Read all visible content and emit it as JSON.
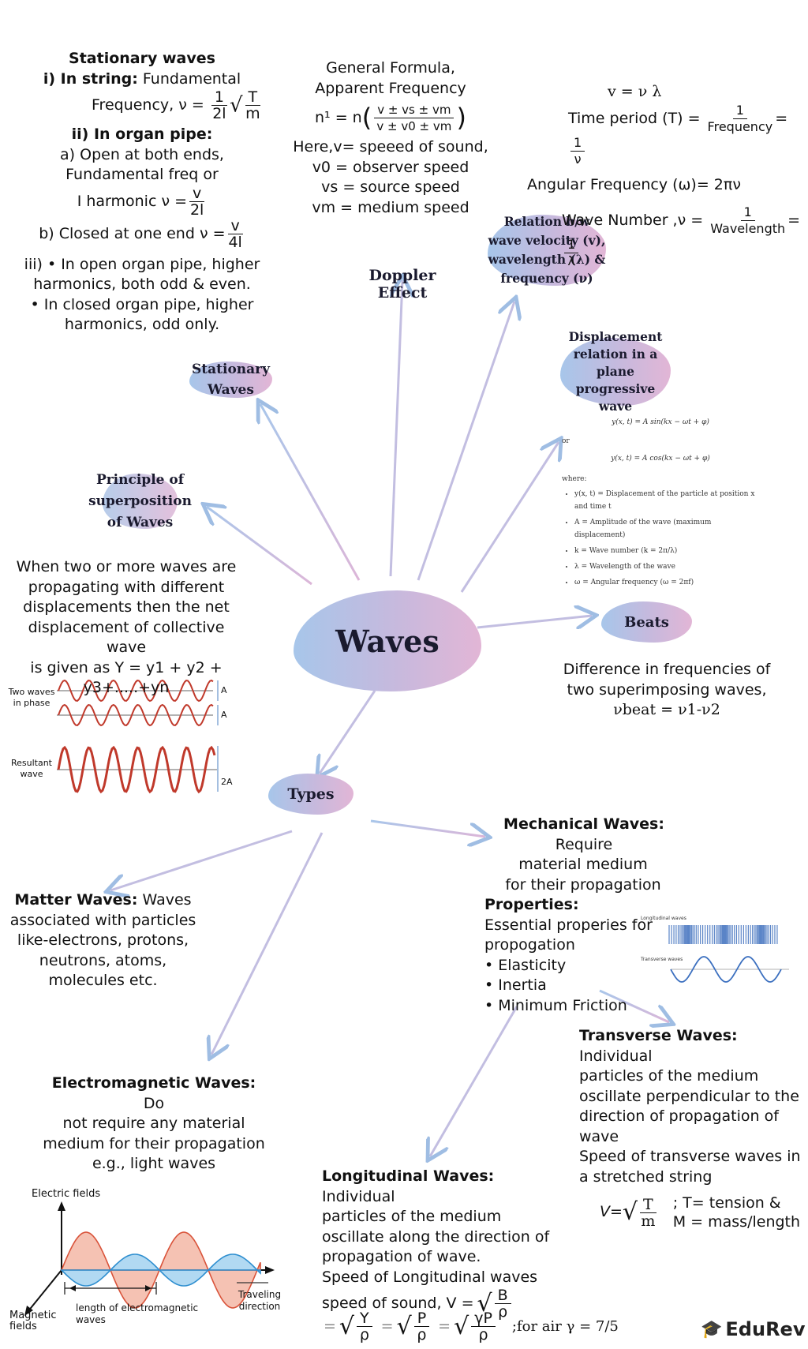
{
  "center": "Waves",
  "bubbles": {
    "stationary": "Stationary Waves",
    "doppler": "Doppler Effect",
    "relation": "Relation b/w wave velocity (v), wavelength (λ) & frequency (ν)",
    "displacement": "Displacement relation in a plane progressive wave",
    "superposition": "Principle of superposition of Waves",
    "beats": "Beats",
    "types": "Types"
  },
  "stationary_notes": {
    "title": "Stationary waves",
    "string_head": "i) In string:",
    "string_text": "Fundamental",
    "freq_label": "Frequency, ν =",
    "f_num": "1",
    "f_den": "2l",
    "f_rt_num": "T",
    "f_rt_den": "m",
    "pipe_head": "ii) In organ pipe:",
    "open_line1": "a) Open at both ends,",
    "open_line2": "Fundamental freq or",
    "open_line3": "I harmonic ν =",
    "open_num": "v",
    "open_den": "2l",
    "closed_line": "b) Closed at one end  ν =",
    "closed_num": "v",
    "closed_den": "4l",
    "iii_line1": "iii) • In open organ pipe, higher",
    "iii_line2": "harmonics, both odd & even.",
    "iii_line3": "• In closed organ pipe, higher",
    "iii_line4": "harmonics, odd only."
  },
  "doppler_notes": {
    "line1": "General Formula,",
    "line2": "Apparent Frequency",
    "formula_left": "n¹ = n",
    "formula_num": "v ± vs ± vm",
    "formula_den": "v ± v0 ± vm",
    "here": "Here,v= speeed of sound,",
    "v0": "v0 = observer speed",
    "vs": "vs = source speed",
    "vm": "vm = medium speed"
  },
  "relation_notes": {
    "v_eq": "v = ν λ",
    "time_period": "Time period (T) =",
    "tp_num": "1",
    "tp_den": "Frequency",
    "tp_eq": "=",
    "tp_num2": "1",
    "tp_den2": "ν",
    "angular": "Angular Frequency (ω)= 2πν",
    "wave_number": "Wave Number ,ν =",
    "wn_num": "1",
    "wn_den": "Wavelength",
    "wn_eq": "=",
    "wn_num2": "1",
    "wn_den2": "λ"
  },
  "displacement_notes": {
    "eq1": "y(x, t) = A sin(kx − ωt + φ)",
    "or": "or",
    "eq2": "y(x, t) = A cos(kx − ωt + φ)",
    "where": "where:",
    "items": [
      "y(x, t) = Displacement of the particle at position x and time t",
      "A = Amplitude of the wave (maximum displacement)",
      "k = Wave number (k = 2π/λ)",
      "λ = Wavelength of the wave",
      "ω = Angular frequency (ω = 2πf)"
    ]
  },
  "superposition_notes": {
    "line1": "When two or more waves are",
    "line2": "propagating with different",
    "line3": "displacements then the net",
    "line4": "displacement of collective wave",
    "line5": "is given as Y = y1 + y2 + y3+.....+yn",
    "label_phase": "Two waves in phase",
    "label_result": "Resultant wave",
    "amp_a": "A",
    "amp_2a": "2A"
  },
  "beats_notes": {
    "line1": "Difference in frequencies of",
    "line2": "two superimposing waves,",
    "line3": "νbeat = ν1-ν2"
  },
  "mechanical": {
    "head": "Mechanical Waves:",
    "text1": "Require",
    "text2": "material medium",
    "text3": "for their propagation",
    "props_head": "Properties:",
    "p1": "Essential properies for",
    "p2": "propogation",
    "p3": "• Elasticity",
    "p4": "• Inertia",
    "p5": "• Minimum Friction",
    "fig_long": "Longitudinal waves",
    "fig_trans": "Transverse waves"
  },
  "matter": {
    "head": "Matter Waves:",
    "text1": "Waves",
    "text2": "associated with particles",
    "text3": "like-electrons, protons,",
    "text4": "neutrons, atoms,",
    "text5": "molecules etc."
  },
  "em": {
    "head": "Electromagnetic Waves:",
    "text1": "Do",
    "text2": "not require any material",
    "text3": "medium for their propagation",
    "text4": "e.g., light waves",
    "fig_electric": "Electric fields",
    "fig_magnetic": "Magnetic fields",
    "fig_length": "length of electromagnetic waves",
    "fig_travel": "Traveling direction"
  },
  "transverse": {
    "head": "Transverse Waves:",
    "text1": "Individual",
    "text2": "particles of the medium",
    "text3": "oscillate perpendicular to the",
    "text4": "direction of propagation of",
    "text5": "wave",
    "text6": "Speed of transverse waves in",
    "text7": "a stretched string",
    "v_eq": "V=",
    "v_num": "T",
    "v_den": "m",
    "note1": "; T= tension &",
    "note2": "M = mass/length"
  },
  "longitudinal": {
    "head": "Longitudinal Waves:",
    "text1": "Individual",
    "text2": "particles of the medium",
    "text3": "oscillate along the direction of",
    "text4": "propagation of wave.",
    "text5": "Speed of Longitudinal waves",
    "text6": "speed of sound, V =",
    "b_num": "B",
    "b_den": "ρ",
    "eq": "=",
    "y_num": "Y",
    "y_den": "ρ",
    "p_num": "P",
    "p_den": "ρ",
    "gp_num": "γP",
    "gp_den": "ρ",
    "air": ";for air γ = 7/5"
  },
  "brand": "EduRev"
}
